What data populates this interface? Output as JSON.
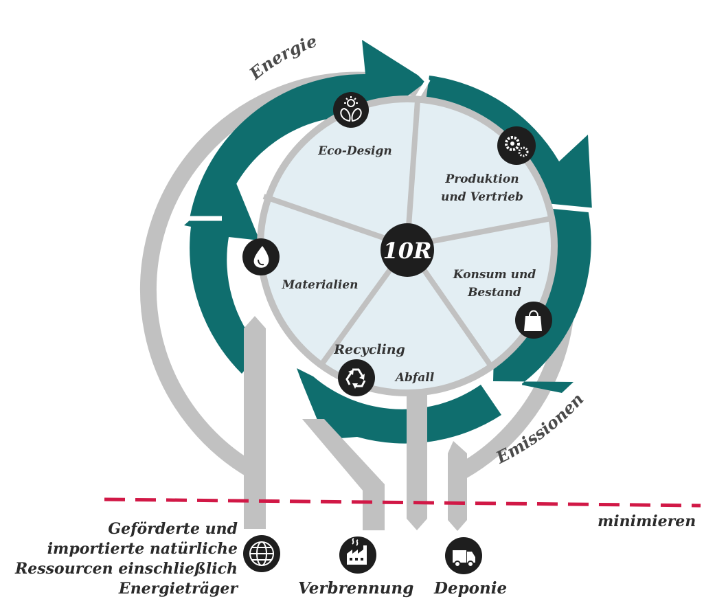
{
  "center": {
    "label": "10R"
  },
  "sectors": [
    {
      "id": "eco-design",
      "lines": [
        "Eco-Design"
      ],
      "icon": "sun-leaf-icon"
    },
    {
      "id": "produktion",
      "lines": [
        "Produktion",
        "und Vertrieb"
      ],
      "icon": "gears-icon"
    },
    {
      "id": "konsum",
      "lines": [
        "Konsum und",
        "Bestand"
      ],
      "icon": "shopping-bag-icon"
    },
    {
      "id": "recycling",
      "lines": [
        "Recycling"
      ],
      "icon": "recycle-icon"
    },
    {
      "id": "materialien",
      "lines": [
        "Materialien"
      ],
      "icon": "water-drop-icon"
    }
  ],
  "abfall": "Abfall",
  "ring": {
    "energie": "Energie",
    "emissionen": "Emissionen"
  },
  "minimieren": "minimieren",
  "bottom": {
    "ressourcen": [
      "Geförderte und",
      "importierte natürliche",
      "Ressourcen einschließlich",
      "Energieträger"
    ],
    "ressourcen_icon": "globe-icon",
    "verbrennung": "Verbrennung",
    "verbrennung_icon": "factory-icon",
    "deponie": "Deponie",
    "deponie_icon": "truck-icon"
  },
  "colors": {
    "teal": "#0f6e6e",
    "grey": "#c1c1c1",
    "inner": "#e3eef3",
    "dark": "#1e1e1e",
    "dash": "#d11846"
  }
}
